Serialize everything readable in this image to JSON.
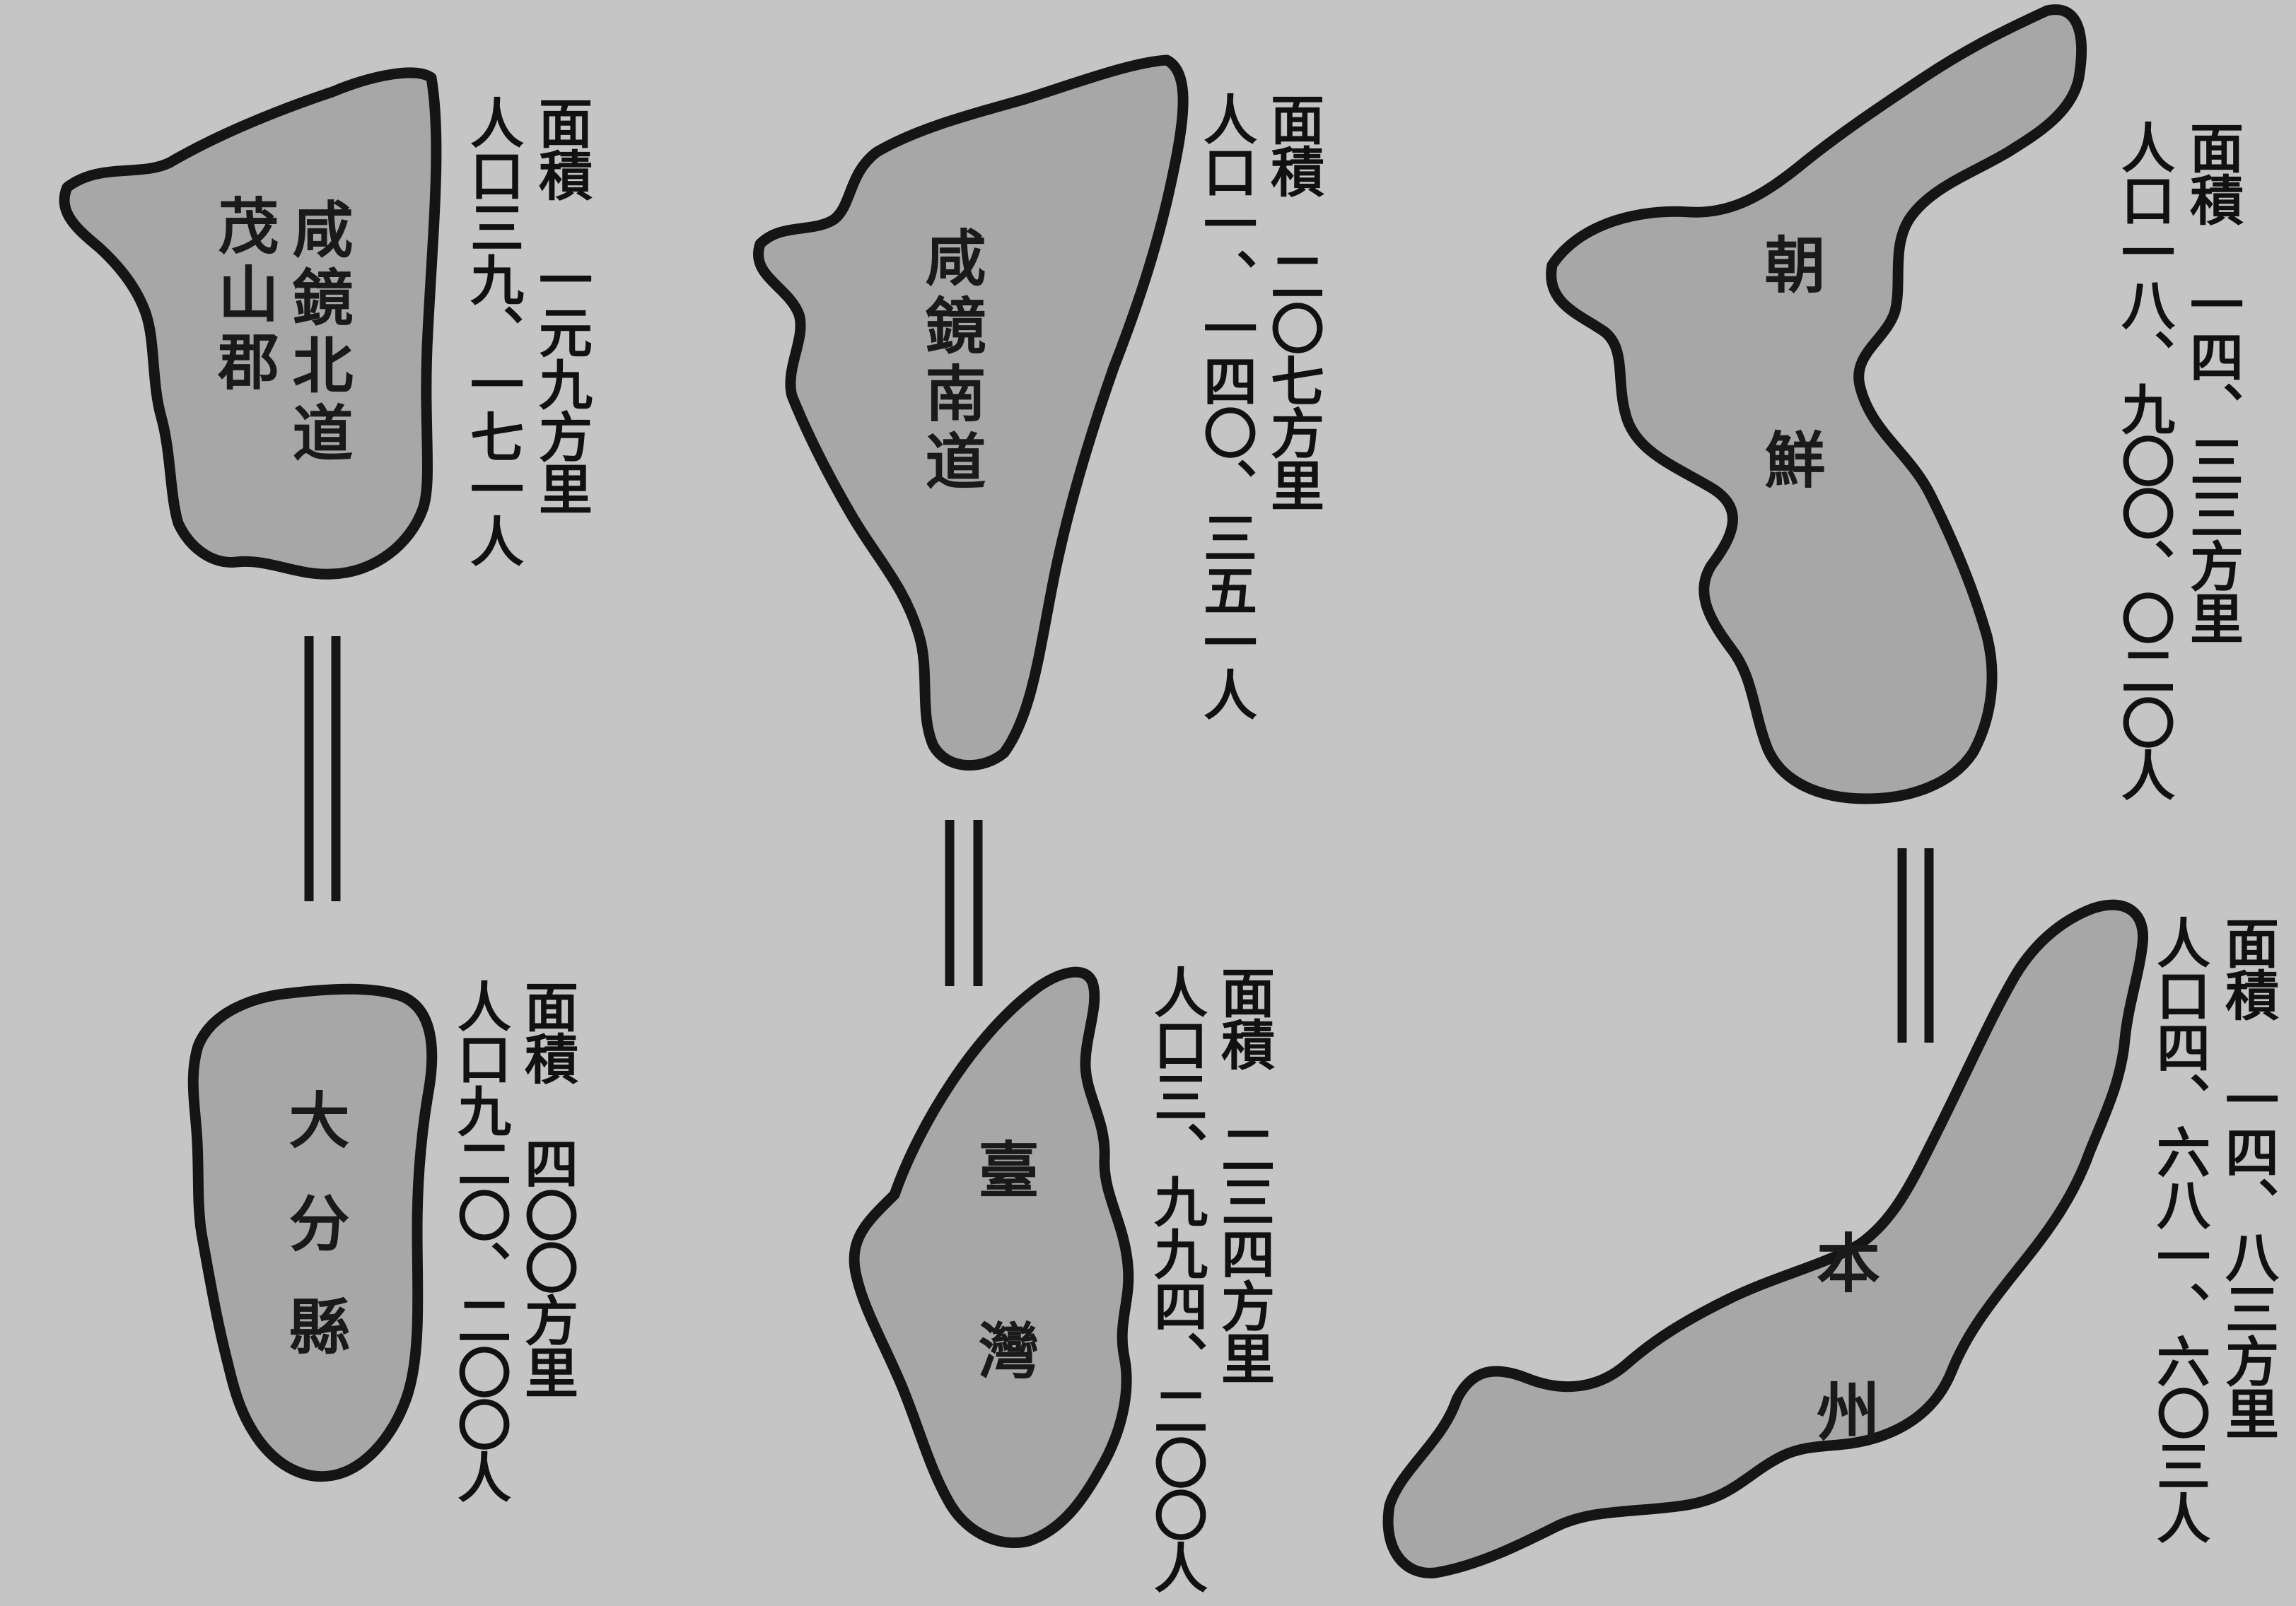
{
  "regions": {
    "kankyo_hoku": {
      "name_col1": "咸鏡北道",
      "name_col2": "茂山郡",
      "area": "面積　一元九方里",
      "population": "人口三九、一七一人"
    },
    "kankyo_nan": {
      "name": "咸鏡南道",
      "area": "面積　二〇七方里",
      "population": "人口一、一四〇、三五一人"
    },
    "chosen": {
      "name": "朝鮮",
      "area": "面積　一四、三三方里",
      "population": "人口一八、九〇〇、〇二〇人"
    },
    "oita": {
      "name": "大分縣",
      "area": "面積　四〇〇方里",
      "population": "人口九二〇、二〇〇人"
    },
    "taiwan": {
      "name": "臺灣",
      "area": "面積　二三四方里",
      "population": "人口三、九九四、二〇〇人"
    },
    "honshu": {
      "name": "本州",
      "area": "面積　一四、八三方里",
      "population": "人口四、六八一、六〇三人"
    }
  },
  "colors": {
    "background": "#c5c5c5",
    "land": "#a7a7a7",
    "ink": "#151515"
  }
}
